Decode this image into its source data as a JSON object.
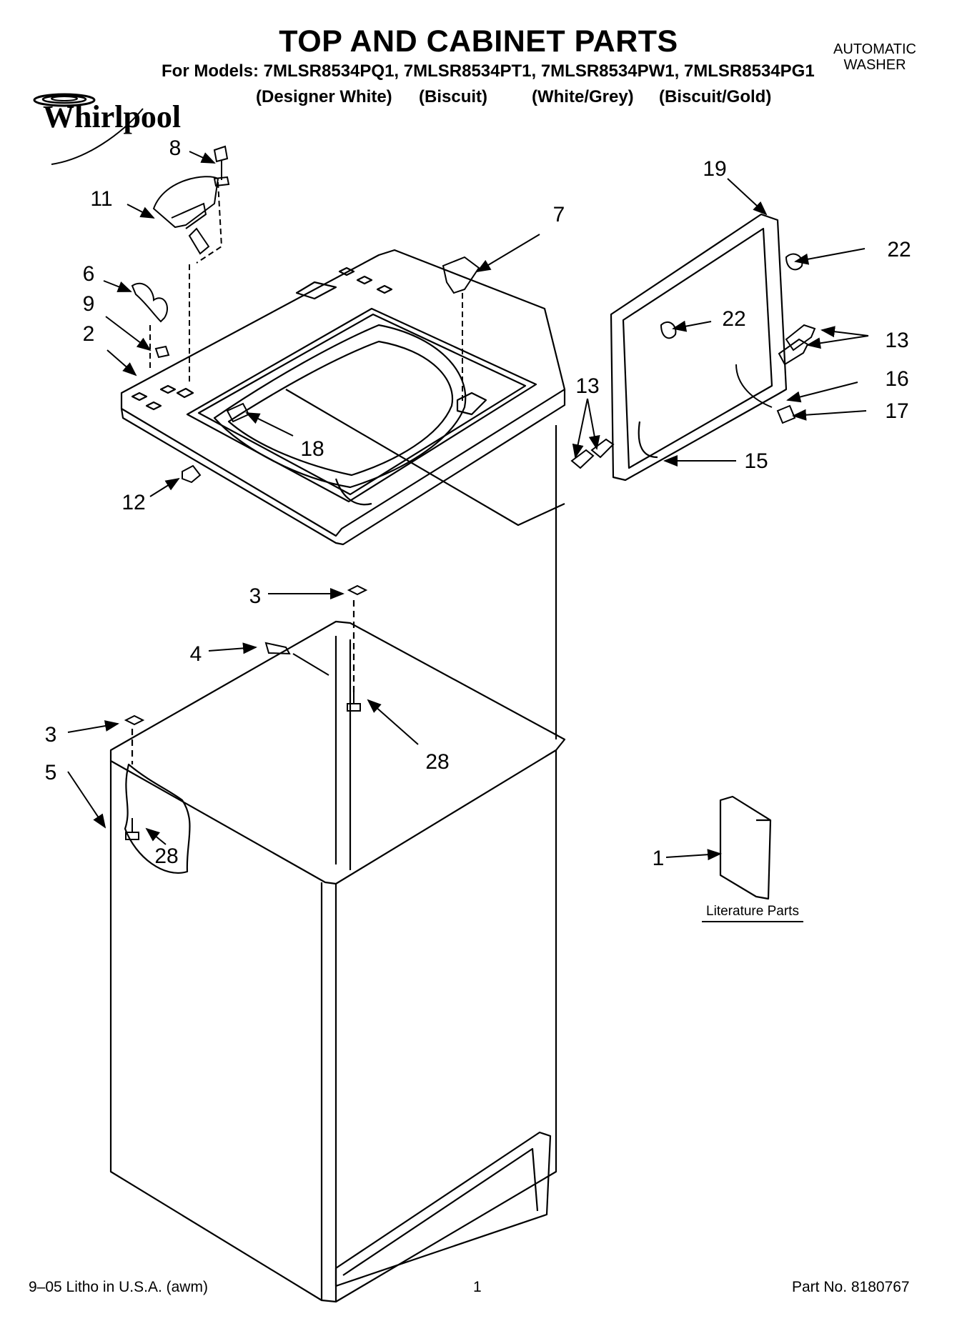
{
  "header": {
    "title": "TOP AND CABINET PARTS",
    "models_line": "For Models: 7MLSR8534PQ1, 7MLSR8534PT1, 7MLSR8534PW1, 7MLSR8534PG1",
    "variants": [
      "(Designer White)",
      "(Biscuit)",
      "(White/Grey)",
      "(Biscuit/Gold)"
    ],
    "appliance_type": [
      "AUTOMATIC",
      "WASHER"
    ]
  },
  "brand": {
    "name": "Whirlpool",
    "logo_icon": "whirlpool-swirl-logo"
  },
  "callouts": [
    "8",
    "11",
    "7",
    "19",
    "22",
    "6",
    "9",
    "2",
    "22",
    "13",
    "13",
    "16",
    "17",
    "18",
    "15",
    "12",
    "3",
    "4",
    "3",
    "28",
    "5",
    "28",
    "1"
  ],
  "literature_label": "Literature Parts",
  "footer": {
    "litho": "9–05 Litho in U.S.A. (awm)",
    "page": "1",
    "part_no": "Part No. 8180767"
  },
  "colors": {
    "ink": "#000000",
    "paper": "#ffffff"
  }
}
